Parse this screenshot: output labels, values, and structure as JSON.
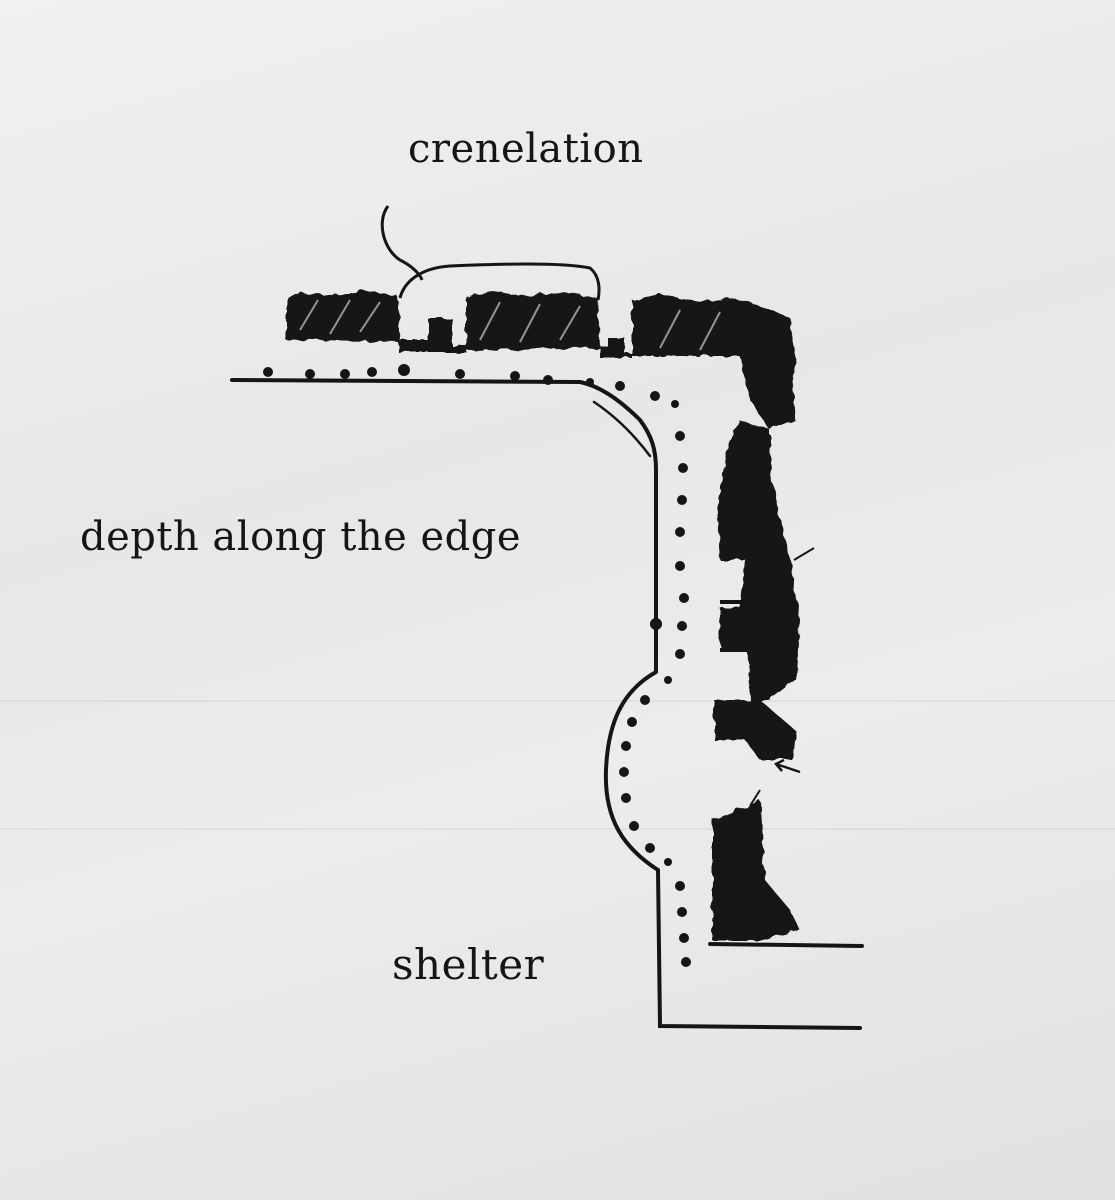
{
  "labels": {
    "crenelation": "crenelation",
    "depth": "depth along the edge",
    "shelter": "shelter"
  },
  "colors": {
    "paper": "#e9e9e7",
    "ink": "#151515"
  }
}
